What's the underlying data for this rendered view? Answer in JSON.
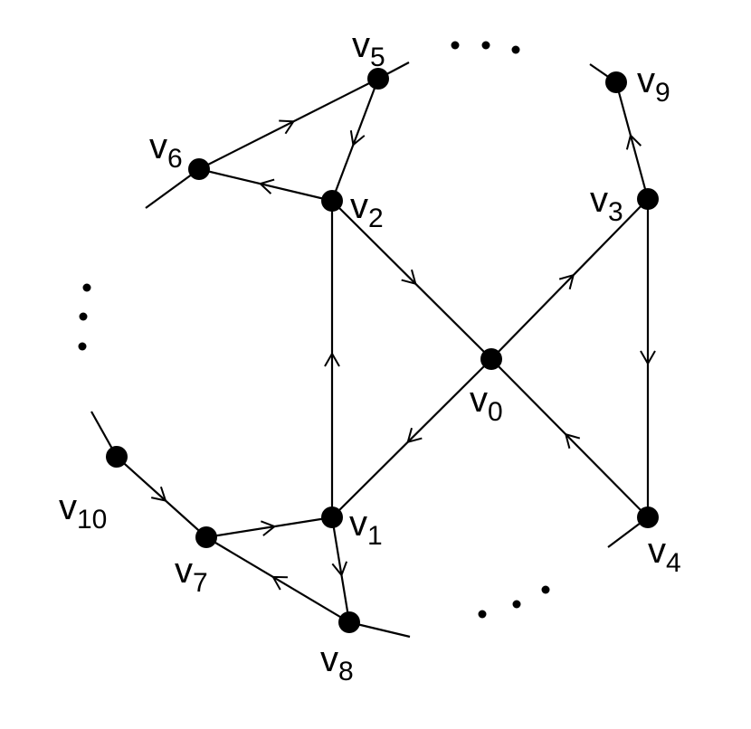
{
  "graph": {
    "vertices": [
      {
        "id": "v0",
        "letter": "v",
        "index": "0"
      },
      {
        "id": "v1",
        "letter": "v",
        "index": "1"
      },
      {
        "id": "v2",
        "letter": "v",
        "index": "2"
      },
      {
        "id": "v3",
        "letter": "v",
        "index": "3"
      },
      {
        "id": "v4",
        "letter": "v",
        "index": "4"
      },
      {
        "id": "v5",
        "letter": "v",
        "index": "5"
      },
      {
        "id": "v6",
        "letter": "v",
        "index": "6"
      },
      {
        "id": "v7",
        "letter": "v",
        "index": "7"
      },
      {
        "id": "v8",
        "letter": "v",
        "index": "8"
      },
      {
        "id": "v9",
        "letter": "v",
        "index": "9"
      },
      {
        "id": "v10",
        "letter": "v",
        "index": "10"
      }
    ],
    "directed_edges": [
      {
        "from": "v2",
        "to": "v0"
      },
      {
        "from": "v0",
        "to": "v3"
      },
      {
        "from": "v3",
        "to": "v4"
      },
      {
        "from": "v4",
        "to": "v0"
      },
      {
        "from": "v0",
        "to": "v1"
      },
      {
        "from": "v1",
        "to": "v2"
      },
      {
        "from": "v2",
        "to": "v6"
      },
      {
        "from": "v6",
        "to": "v5"
      },
      {
        "from": "v5",
        "to": "v2"
      },
      {
        "from": "v3",
        "to": "v9"
      },
      {
        "from": "v10",
        "to": "v7"
      },
      {
        "from": "v7",
        "to": "v1"
      },
      {
        "from": "v1",
        "to": "v8"
      },
      {
        "from": "v8",
        "to": "v7"
      }
    ],
    "ellipses": [
      "top",
      "left",
      "bottom"
    ]
  }
}
